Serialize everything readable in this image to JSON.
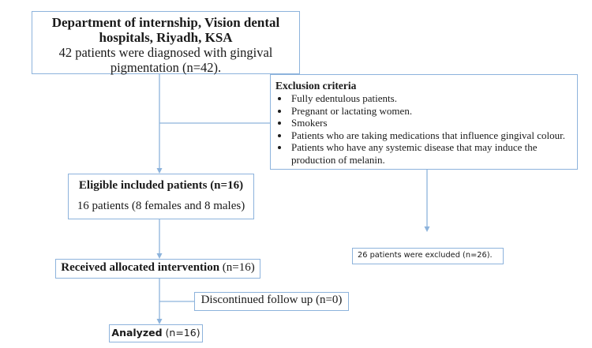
{
  "source": {
    "line1": "Department of internship, Vision dental",
    "line2": "hospitals, Riyadh, KSA",
    "line3": "42 patients were diagnosed with gingival",
    "line4": "pigmentation (n=42)."
  },
  "exclusion": {
    "heading": "Exclusion criteria",
    "items": [
      "Fully edentulous patients.",
      "Pregnant or lactating women.",
      "Smokers",
      "Patients who are taking medications that influence gingival colour.",
      "Patients who have any systemic disease that may induce the production of melanin."
    ]
  },
  "eligible": {
    "title": "Eligible included patients (n=16)",
    "detail": "16 patients (8 females and 8 males)"
  },
  "excluded": {
    "text": "26 patients were excluded (n=26)."
  },
  "allocated": {
    "label": "Received allocated intervention",
    "count": "(n=16)"
  },
  "discontinued": {
    "text": "Discontinued follow up (n=0)"
  },
  "analyzed": {
    "label": "Analyzed",
    "count": "(n=16)"
  },
  "colors": {
    "border": "#8db3dc",
    "arrow": "#8db3dc"
  }
}
